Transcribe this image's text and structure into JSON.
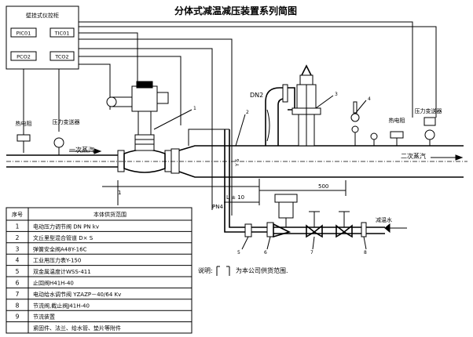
{
  "title": "分体式减温减压装置系列简图",
  "control_cabinet": {
    "label": "壁挂式仪控柜",
    "instruments": [
      "PIC01",
      "TIC01",
      "PCO2",
      "TCO2"
    ]
  },
  "labels": {
    "temp_sensor_left": "热电阻",
    "pressure_transmitter_left": "压力变送器",
    "primary_steam": "一次蒸汽",
    "dn": "DN2",
    "thermo_right": "热电阻",
    "pressure_transmitter_right": "压力变送器",
    "secondary_steam": "二次蒸汽",
    "water_inlet": "减温水",
    "dim_1": "1",
    "dim_L": "L ± 10",
    "dim_500": "500",
    "dim_ys": "Y S",
    "pn": "PN4",
    "part_numbers": [
      "1",
      "2",
      "3",
      "4",
      "5",
      "6",
      "7",
      "8"
    ]
  },
  "scope_table": {
    "headers": [
      "序号",
      "本体供货范围"
    ],
    "rows": [
      {
        "no": "1",
        "desc": "电动压力调节阀 DN  PN  kv"
      },
      {
        "no": "2",
        "desc": "文丘里型混合管道    D× S"
      },
      {
        "no": "3",
        "desc": "弹簧安全阀A48Y-16C"
      },
      {
        "no": "4",
        "desc": "工业用压力表Y-150"
      },
      {
        "no": "5",
        "desc": "双金属温度计WSS-411"
      },
      {
        "no": "6",
        "desc": "止回阀H41H-40"
      },
      {
        "no": "7",
        "desc": "电动给水调节阀  YZAZP－40/64  Kv"
      },
      {
        "no": "8",
        "desc": "节流阀,截止阀J41H-40"
      },
      {
        "no": "9",
        "desc": "节流装置"
      },
      {
        "no": "",
        "desc": "紧固件、法兰、给水管、垫片等附件"
      }
    ]
  },
  "note": {
    "prefix": "说明:",
    "text": "为本公司供货范围."
  }
}
